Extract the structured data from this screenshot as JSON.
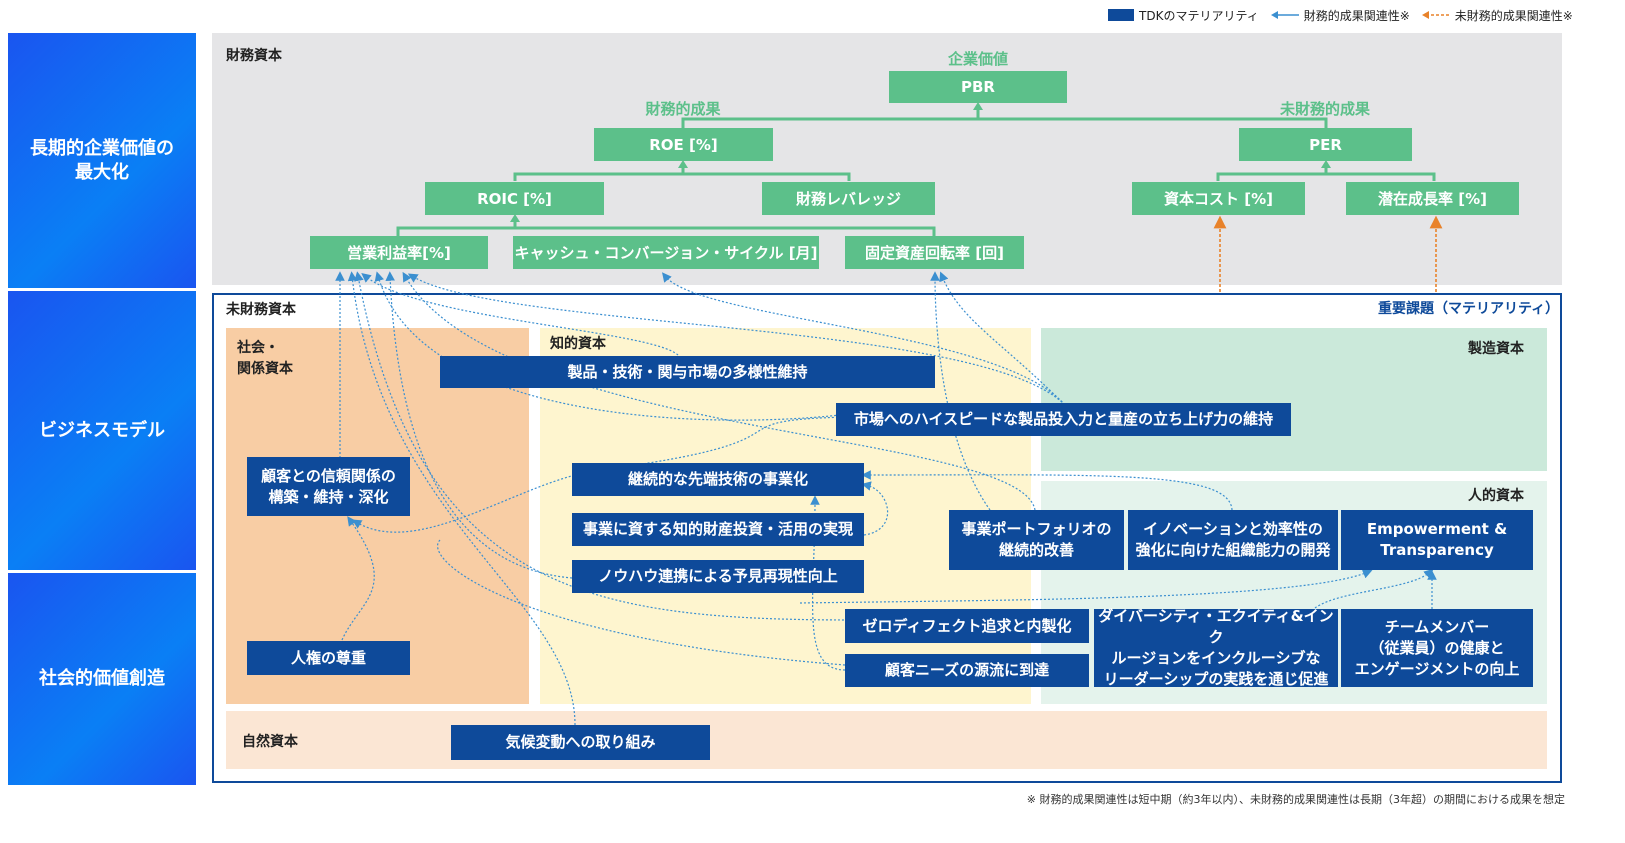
{
  "legend": {
    "materiality": "TDKのマテリアリティ",
    "financial": "財務的成果関連性※",
    "nonfinancial": "未財務的成果関連性※"
  },
  "side": {
    "row1": "長期的企業価値の\n最大化",
    "row2": "ビジネスモデル",
    "row3": "社会的価値創造"
  },
  "financial_capital": {
    "label": "財務資本",
    "corporate_value": "企業価値",
    "pbr": "PBR",
    "fin_result": "財務的成果",
    "nonfin_result": "未財務的成果",
    "roe": "ROE [%]",
    "per": "PER",
    "roic": "ROIC [%]",
    "leverage": "財務レバレッジ",
    "cost_of_capital": "資本コスト [%]",
    "growth": "潜在成長率 [%]",
    "op_margin": "営業利益率[%]",
    "ccc": "キャッシュ・コンバージョン・サイクル [月]",
    "fixed_turnover": "固定資産回転率 [回]"
  },
  "nonfinancial_capital": {
    "label": "未財務資本",
    "materiality_label": "重要課題（マテリアリティ）",
    "social": "社会・\n関係資本",
    "intellectual": "知的資本",
    "manufactured": "製造資本",
    "human": "人的資本",
    "natural": "自然資本"
  },
  "materialities": {
    "diversity_market": "製品・技術・関与市場の多様性維持",
    "highspeed": "市場へのハイスピードな製品投入力と量産の立ち上げ力の維持",
    "customer_trust": "顧客との信頼関係の\n構築・維持・深化",
    "advanced_tech": "継続的な先端技術の事業化",
    "ip": "事業に資する知的財産投資・活用の実現",
    "knowhow": "ノウハウ連携による予見再現性向上",
    "portfolio": "事業ポートフォリオの\n継続的改善",
    "innovation": "イノベーションと効率性の\n強化に向けた組織能力の開発",
    "empowerment": "Empowerment &\nTransparency",
    "human_rights": "人権の尊重",
    "zero_defect": "ゼロディフェクト追求と内製化",
    "customer_needs": "顧客ニーズの源流に到達",
    "dei": "ダイバーシティ・エクイティ&インク\nルージョンをインクルーシブな\nリーダーシップの実践を通じ促進",
    "wellbeing": "チームメンバー\n（従業員）の健康と\nエンゲージメントの向上",
    "climate": "気候変動への取り組み"
  },
  "footnote": "※ 財務的成果関連性は短中期（約3年以内）、未財務的成果関連性は長期（3年超）の期間における成果を想定",
  "colors": {
    "side_blue": "#1a6cf5",
    "fin_green": "#5cc08a",
    "materiality_navy": "#0e4a9a",
    "financial_arrow": "#3b8fd0",
    "nonfinancial_arrow": "#e8822a"
  }
}
